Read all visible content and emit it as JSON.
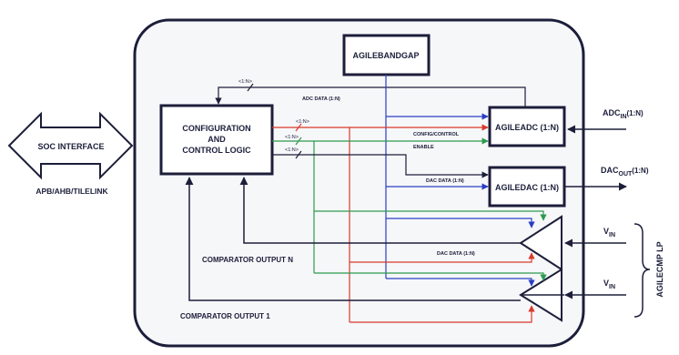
{
  "blocks": {
    "bandgap": "AGILEBANDGAP",
    "config_line1": "CONFIGURATION",
    "config_line2": "AND",
    "config_line3": "CONTROL LOGIC",
    "adc": "AGILEADC (1:N)",
    "dac": "AGILEDAC (1:N)",
    "soc": "SOC INTERFACE"
  },
  "labels": {
    "bus": "APB/AHB/TILELINK",
    "adc_data": "ADC DATA (1:N)",
    "config_control": "CONFIG/CONTROL",
    "enable": "ENABLE",
    "dac_data_top": "DAC DATA (1:N)",
    "dac_data_mid": "DAC DATA (1:N)",
    "comp_out_n": "COMPARATOR OUTPUT N",
    "comp_out_1": "COMPARATOR OUTPUT 1",
    "agilecmp": "AGILECMP LP",
    "bus_width": "<1:N>"
  },
  "io": {
    "adc_in_main": "ADC",
    "adc_in_sub": "IN",
    "adc_in_suffix": "(1:N)",
    "dac_out_main": "DAC",
    "dac_out_sub": "OUT",
    "dac_out_suffix": "(1:N)",
    "vin_main": "V",
    "vin_sub": "IN"
  },
  "colors": {
    "navy": "#1c1e3a",
    "blue": "#2a3fc4",
    "red": "#d93a2b",
    "green": "#2e9a4e"
  }
}
